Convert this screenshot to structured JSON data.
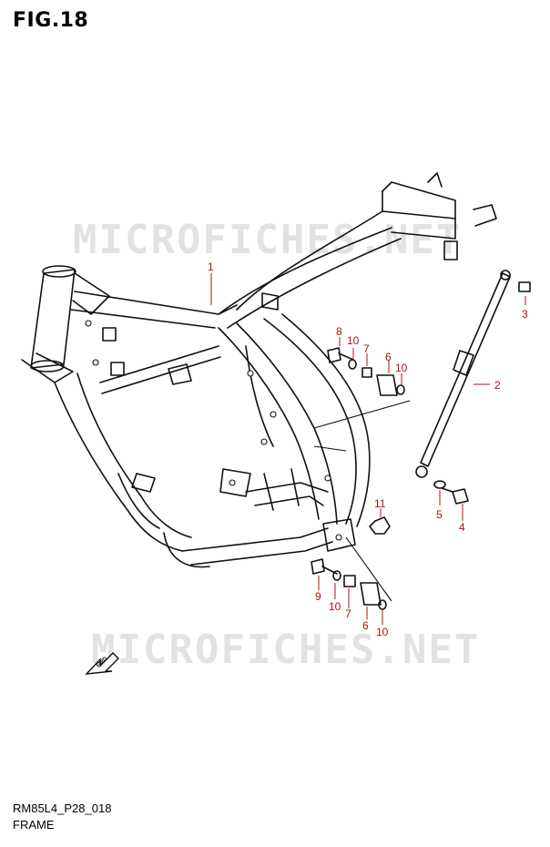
{
  "figure": {
    "title": "FIG.18",
    "model_code": "RM85L4_P28_018",
    "name": "FRAME"
  },
  "watermark": {
    "text": "MICROFICHES.NET"
  },
  "fwd_arrow": {
    "label": "FWD"
  },
  "callouts": [
    {
      "id": "c1",
      "label": "1"
    },
    {
      "id": "c2",
      "label": "2"
    },
    {
      "id": "c3",
      "label": "3"
    },
    {
      "id": "c4",
      "label": "4"
    },
    {
      "id": "c5",
      "label": "5"
    },
    {
      "id": "c6a",
      "label": "6"
    },
    {
      "id": "c6b",
      "label": "6"
    },
    {
      "id": "c7a",
      "label": "7"
    },
    {
      "id": "c7b",
      "label": "7"
    },
    {
      "id": "c8",
      "label": "8"
    },
    {
      "id": "c9",
      "label": "9"
    },
    {
      "id": "c10a",
      "label": "10"
    },
    {
      "id": "c10b",
      "label": "10"
    },
    {
      "id": "c10c",
      "label": "10"
    },
    {
      "id": "c10d",
      "label": "10"
    },
    {
      "id": "c11",
      "label": "11"
    }
  ],
  "colors": {
    "line": "#111111",
    "callout": "#b01010",
    "watermark": "#e2e2e2"
  }
}
